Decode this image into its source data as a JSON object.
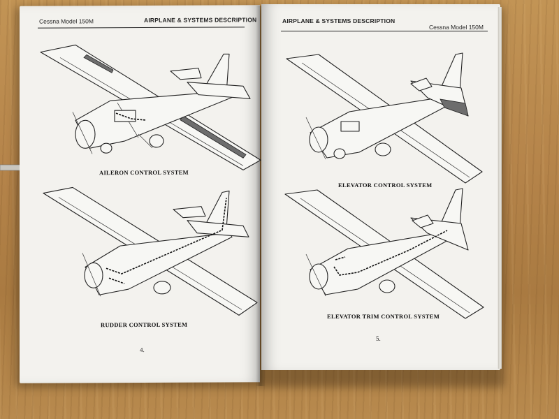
{
  "left_page": {
    "header_left": "Cessna Model 150M",
    "header_right": "AIRPLANE & SYSTEMS DESCRIPTION",
    "figure_top_caption": "AILERON CONTROL SYSTEM",
    "figure_bottom_caption": "RUDDER CONTROL SYSTEM",
    "page_number": "4."
  },
  "right_page": {
    "header_left": "AIRPLANE & SYSTEMS DESCRIPTION",
    "header_right": "Cessna Model 150M",
    "figure_top_caption": "ELEVATOR CONTROL SYSTEM",
    "figure_bottom_caption": "ELEVATOR TRIM CONTROL SYSTEM",
    "page_number": "5."
  },
  "colors": {
    "table": "#b98a4e",
    "paper": "#f3f2ee",
    "ink": "#222222"
  }
}
